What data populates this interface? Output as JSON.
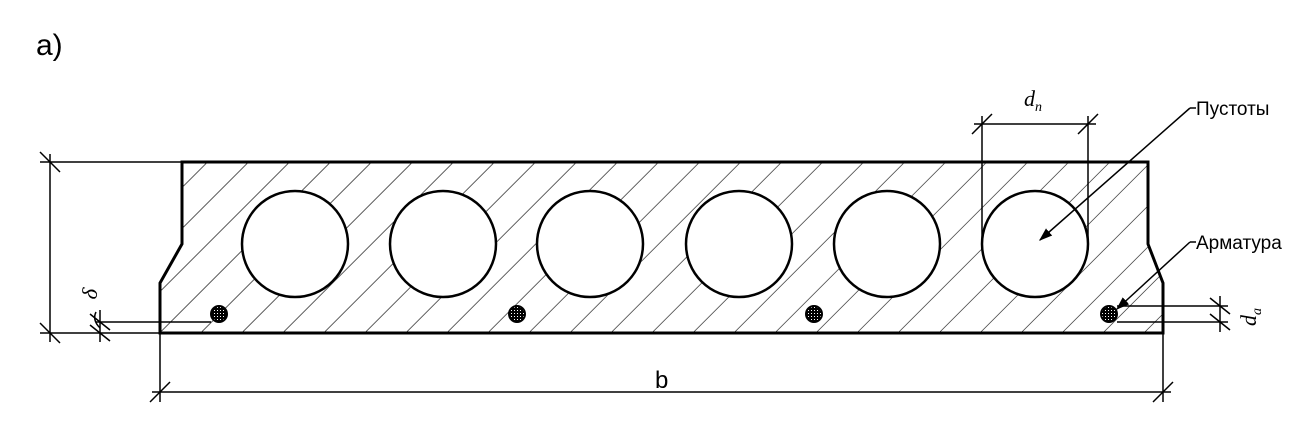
{
  "figure_label": "а)",
  "labels": {
    "voids": "Пустоты",
    "reinforcement": "Арматура",
    "width": "b",
    "void_diameter": "d",
    "void_diameter_sub": "п",
    "rebar_diameter": "d",
    "rebar_diameter_sub": "а",
    "cover": "δ"
  },
  "colors": {
    "line": "#000000",
    "background": "#ffffff"
  }
}
